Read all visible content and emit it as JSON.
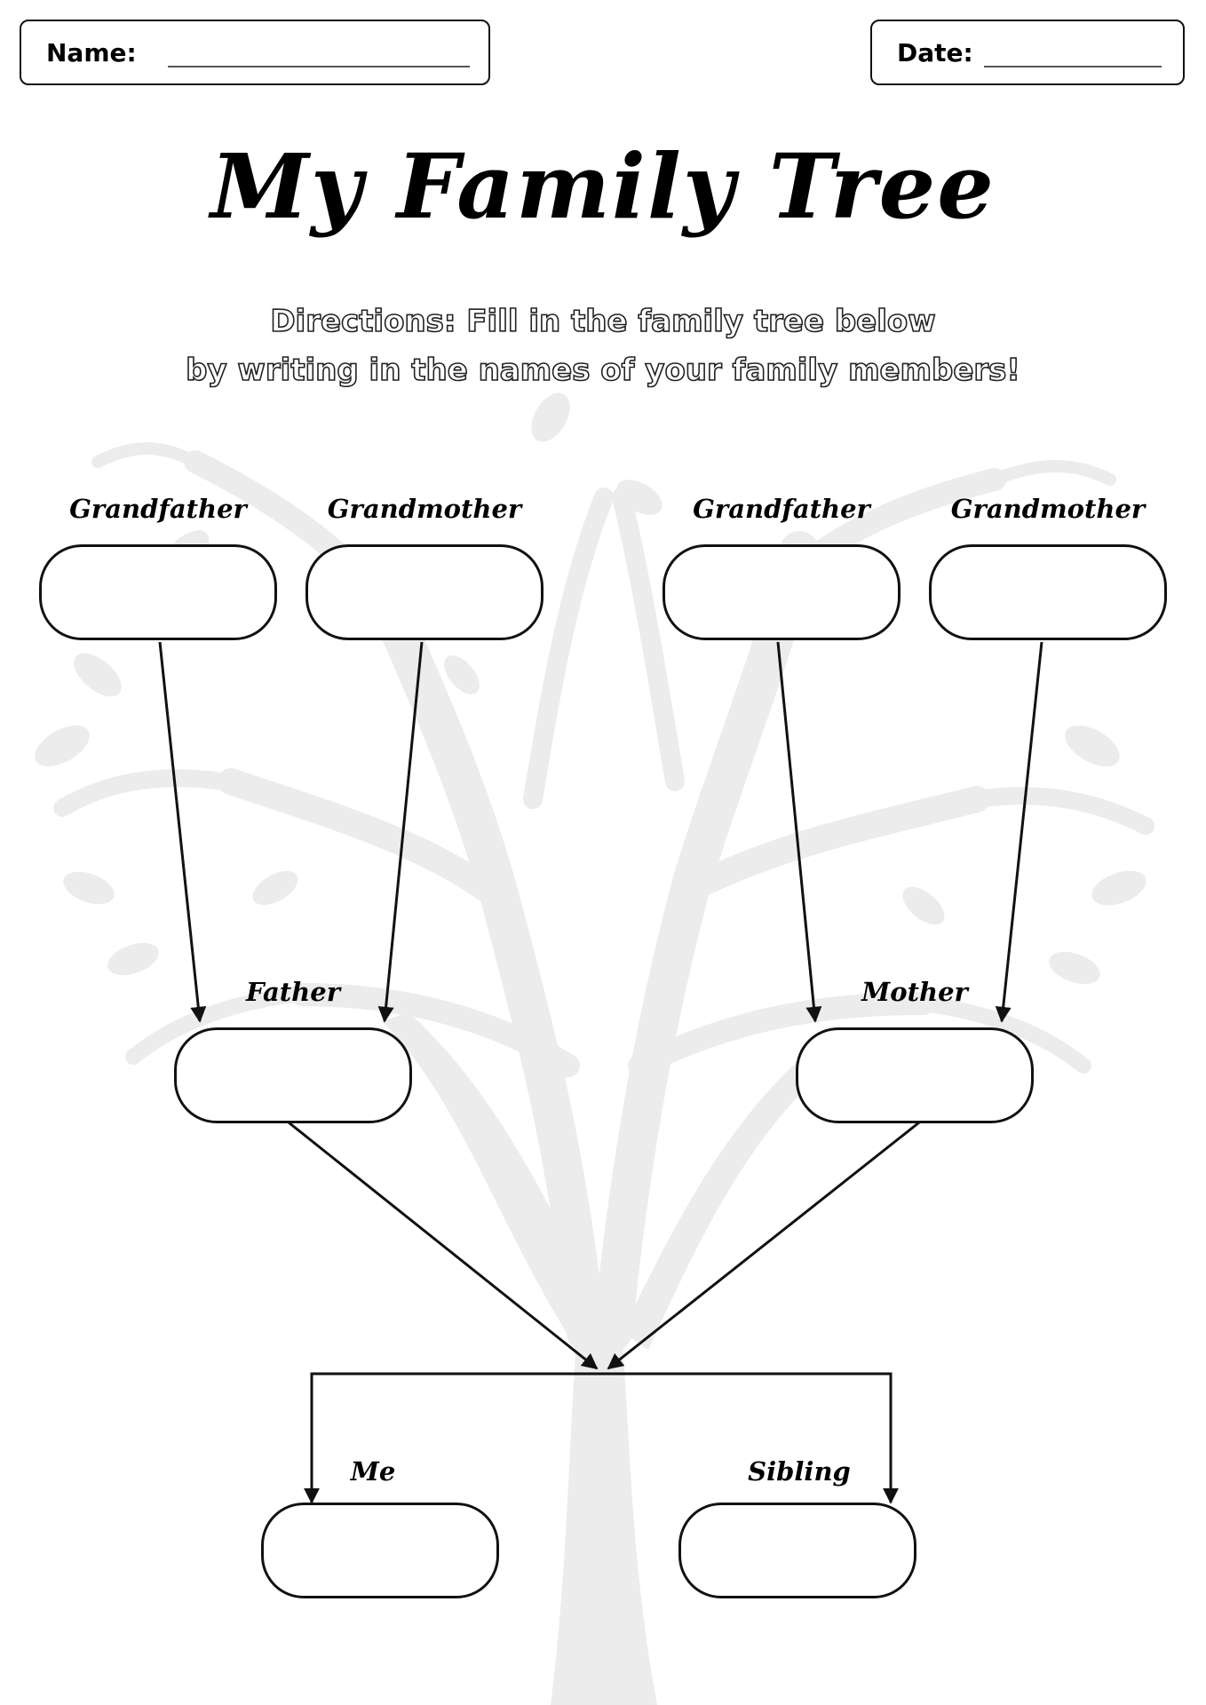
{
  "header": {
    "name_label": "Name:",
    "date_label": "Date:"
  },
  "title": "My Family Tree",
  "directions": {
    "line1": "Directions: Fill in the family tree below",
    "line2": "by writing in the names of your family members!"
  },
  "nodes": {
    "paternal_grandfather": "Grandfather",
    "paternal_grandmother": "Grandmother",
    "maternal_grandfather": "Grandfather",
    "maternal_grandmother": "Grandmother",
    "father": "Father",
    "mother": "Mother",
    "me": "Me",
    "sibling": "Sibling"
  },
  "colors": {
    "ink": "#111111",
    "tree_watermark": "#ededed"
  }
}
